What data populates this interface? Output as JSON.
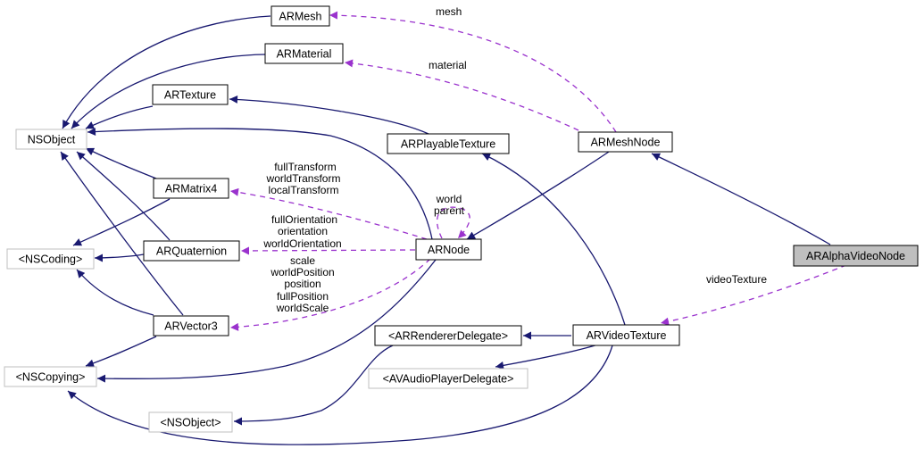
{
  "colors": {
    "inheritance_edge": "#191970",
    "usage_edge": "#9a32cd",
    "class_border": "#000000",
    "protocol_border": "#bfbfbf",
    "focus_fill": "#bfbfbf"
  },
  "nodes": {
    "armesh": "ARMesh",
    "armaterial": "ARMaterial",
    "artexture": "ARTexture",
    "nsobject": "NSObject",
    "armatrix4": "ARMatrix4",
    "nscoding": "<NSCoding>",
    "arquaternion": "ARQuaternion",
    "arvector3": "ARVector3",
    "nscopying": "<NSCopying>",
    "nsobject_proto": "<NSObject>",
    "arplayabletexture": "ARPlayableTexture",
    "armeshnode": "ARMeshNode",
    "arnode": "ARNode",
    "arrendererdelegate": "<ARRendererDelegate>",
    "avaudioplayerdelegate": "<AVAudioPlayerDelegate>",
    "arvideotexture": "ARVideoTexture",
    "aralphavideonode": "ARAlphaVideoNode"
  },
  "edge_labels": {
    "mesh": "mesh",
    "material": "material",
    "matrix": [
      "fullTransform",
      "worldTransform",
      "localTransform"
    ],
    "self": [
      "world",
      "parent"
    ],
    "quaternion": [
      "fullOrientation",
      "orientation",
      "worldOrientation"
    ],
    "vector": [
      "scale",
      "worldPosition",
      "position",
      "fullPosition",
      "worldScale"
    ],
    "video": "videoTexture"
  }
}
